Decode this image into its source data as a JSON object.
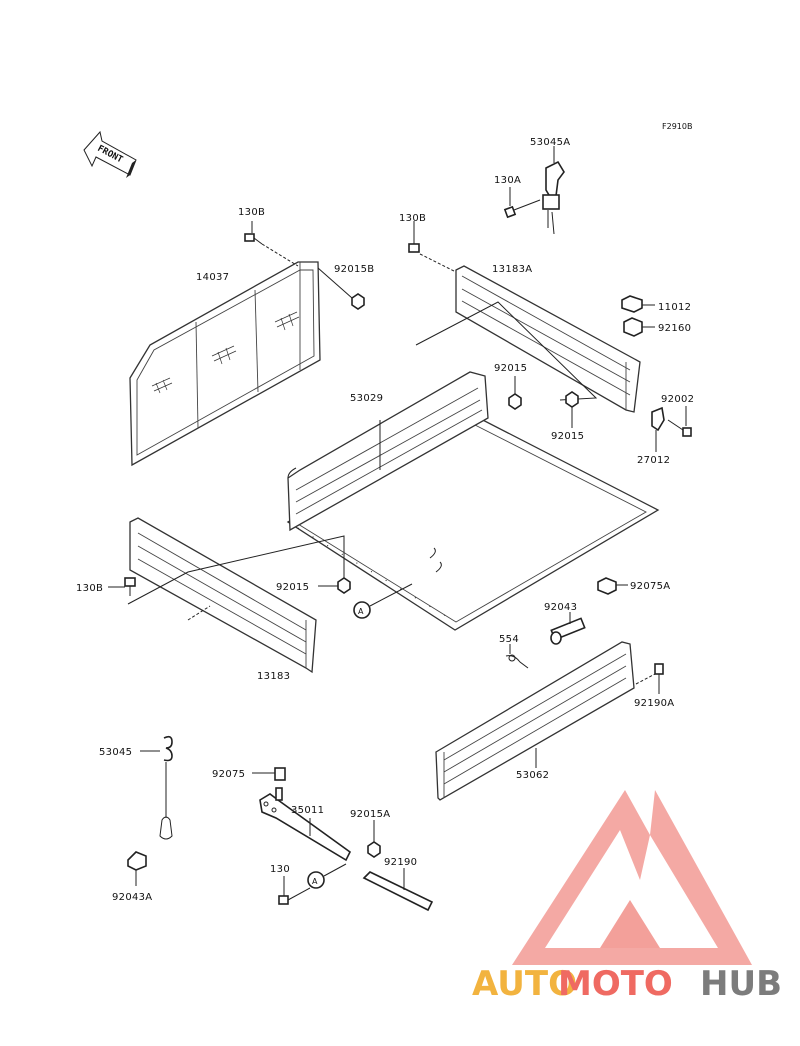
{
  "figure_code": "F2910B",
  "front_marker": "FRONT",
  "callout_ref": "A",
  "watermark": {
    "part1": "AUTO",
    "part2": "MOTO",
    "part3": "HUB",
    "colors": {
      "auto": "#f2b33f",
      "moto": "#ef6a62",
      "hub": "#7c7c7c",
      "triangle": "#f0908a"
    }
  },
  "parts": {
    "p53045A": "53045A",
    "p130A": "130A",
    "p130B_top_left": "130B",
    "p130B_top_right": "130B",
    "p14037": "14037",
    "p92015B": "92015B",
    "p13183A": "13183A",
    "p11012": "11012",
    "p92160": "92160",
    "p92015_a": "92015",
    "p53029": "53029",
    "p92015_b": "92015",
    "p92002": "92002",
    "p27012": "27012",
    "p130B_left": "130B",
    "p92015_c": "92015",
    "p92075A": "92075A",
    "p92043": "92043",
    "p554": "554",
    "p13183": "13183",
    "p92190A": "92190A",
    "p53045": "53045",
    "p53062": "53062",
    "p92075": "92075",
    "p35011": "35011",
    "p92015A": "92015A",
    "p130": "130",
    "p92190": "92190",
    "p92043A": "92043A"
  }
}
